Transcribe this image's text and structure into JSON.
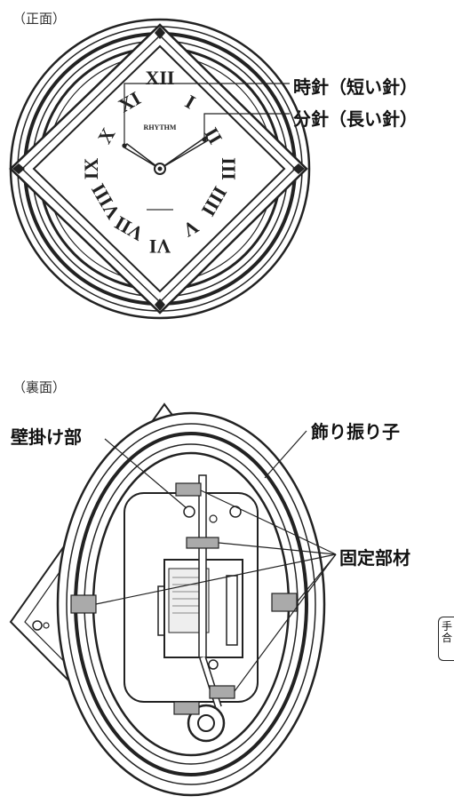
{
  "front": {
    "section_label": "（正面）",
    "brand_text": "RHYTHM",
    "hour_hand_label": "時針（短い針）",
    "minute_hand_label": "分針（長い針）",
    "numerals": [
      "XII",
      "I",
      "II",
      "III",
      "IIII",
      "V",
      "VI",
      "VII",
      "VIII",
      "IX",
      "X",
      "XI"
    ]
  },
  "back": {
    "section_label": "（裏面）",
    "wall_hook_label": "壁掛け部",
    "pendulum_label": "飾り振り子",
    "fixing_parts_label": "固定部材"
  },
  "side_tab": {
    "text": "手合"
  }
}
